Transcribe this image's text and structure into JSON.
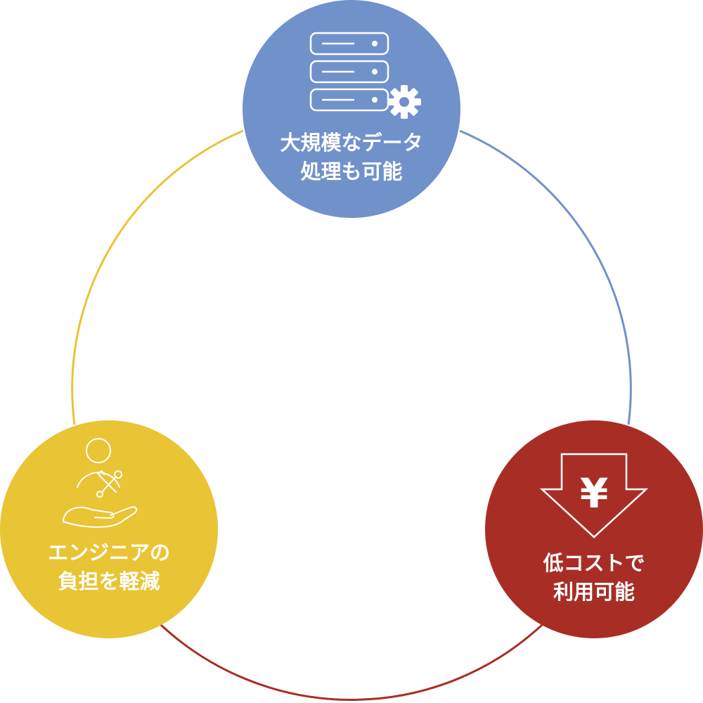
{
  "colors": {
    "blue": "#7191CB",
    "yellow": "#E9C434",
    "red": "#A82E25",
    "icon_stroke": "#ffffff",
    "background": "#ffffff"
  },
  "nodes": {
    "top": {
      "icon": "server-gear-icon",
      "color": "#7191CB",
      "label_lines": [
        "大規模なデータ",
        "処理も可能"
      ]
    },
    "left": {
      "icon": "engineer-tools-hand-icon",
      "color": "#E9C434",
      "label_lines": [
        "エンジニアの",
        "負担を軽減"
      ]
    },
    "right": {
      "icon": "yen-down-arrow-icon",
      "color": "#A82E25",
      "label_lines": [
        "低コストで",
        "利用可能"
      ],
      "icon_text": "¥"
    }
  },
  "ring_segments": [
    {
      "from": "top",
      "to": "right",
      "color": "#7191CB"
    },
    {
      "from": "right",
      "to": "left",
      "color": "#A82E25"
    },
    {
      "from": "left",
      "to": "top",
      "color": "#E9C434"
    }
  ]
}
